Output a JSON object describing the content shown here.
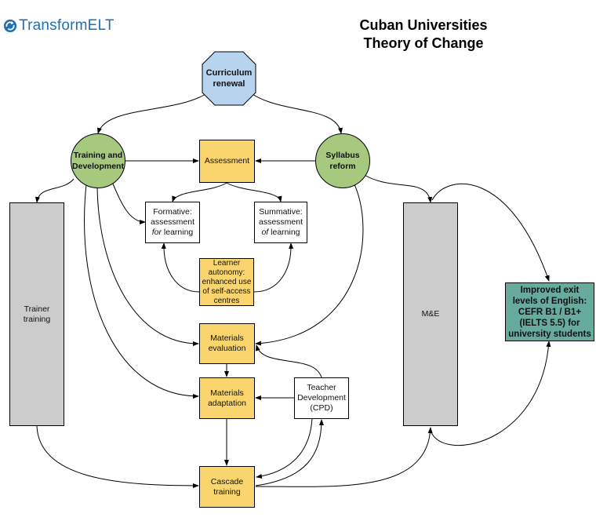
{
  "header": {
    "logo_text": "TransformELT",
    "logo_icon": "circular-arrow-icon",
    "title_line1": "Cuban Universities",
    "title_line2": "Theory of Change"
  },
  "colors": {
    "logo_blue": "#1f6fb5",
    "octagon_fill": "#b7d3ee",
    "circle_fill": "#a7c97e",
    "box_yellow": "#fad56e",
    "box_grey": "#cccccc",
    "box_teal": "#67ab9f",
    "stroke": "#000000"
  },
  "nodes": {
    "curriculum": {
      "line1": "Curriculum",
      "line2": "renewal"
    },
    "training_dev": {
      "line1": "Training and",
      "line2": "Development"
    },
    "syllabus": {
      "line1": "Syllabus",
      "line2": "reform"
    },
    "assessment": {
      "label": "Assessment"
    },
    "formative": {
      "line1": "Formative:",
      "line2": "assessment",
      "line3_em": "for",
      "line3_rest": " learning"
    },
    "summative": {
      "line1": "Summative:",
      "line2": "assessment",
      "line3_em": "of",
      "line3_rest": " learning"
    },
    "learner_autonomy": {
      "line1": "Learner",
      "line2": "autonomy:",
      "line3": "enhanced use",
      "line4": "of self-access",
      "line5": "centres"
    },
    "materials_evaluation": {
      "line1": "Materials",
      "line2": "evaluation"
    },
    "materials_adaptation": {
      "line1": "Materials",
      "line2": "adaptation"
    },
    "teacher_dev": {
      "line1": "Teacher",
      "line2": "Development",
      "line3": "(CPD)"
    },
    "cascade": {
      "line1": "Cascade",
      "line2": "training"
    },
    "trainer_training": {
      "line1": "Trainer",
      "line2": "training"
    },
    "me": {
      "label": "M&E"
    },
    "outcome": {
      "line1": "Improved exit",
      "line2": "levels of English:",
      "line3": "CEFR B1 / B1+",
      "line4": "(IELTS 5.5) for",
      "line5": "university students"
    }
  },
  "connectors": [
    {
      "from": "Curriculum renewal",
      "to": "Training and Development"
    },
    {
      "from": "Curriculum renewal",
      "to": "Syllabus reform"
    },
    {
      "from": "Training and Development",
      "to": "Assessment"
    },
    {
      "from": "Syllabus reform",
      "to": "Assessment"
    },
    {
      "from": "Assessment",
      "to": "Formative assessment"
    },
    {
      "from": "Assessment",
      "to": "Summative assessment"
    },
    {
      "from": "Training and Development",
      "to": "Formative assessment"
    },
    {
      "from": "Training and Development",
      "to": "Trainer training"
    },
    {
      "from": "Training and Development",
      "to": "Materials evaluation"
    },
    {
      "from": "Training and Development",
      "to": "Materials adaptation"
    },
    {
      "from": "Learner autonomy",
      "to": "Formative assessment"
    },
    {
      "from": "Learner autonomy",
      "to": "Summative assessment"
    },
    {
      "from": "Syllabus reform",
      "to": "M&E"
    },
    {
      "from": "Syllabus reform",
      "to": "Materials evaluation"
    },
    {
      "from": "Syllabus reform",
      "to": "Improved exit levels"
    },
    {
      "from": "Materials evaluation",
      "to": "Materials adaptation"
    },
    {
      "from": "Teacher Development",
      "to": "Materials evaluation"
    },
    {
      "from": "Teacher Development",
      "to": "Materials adaptation"
    },
    {
      "from": "Materials adaptation",
      "to": "Cascade training"
    },
    {
      "from": "Teacher Development",
      "to": "Cascade training"
    },
    {
      "from": "Cascade training",
      "to": "Teacher Development"
    },
    {
      "from": "Trainer training",
      "to": "Cascade training"
    },
    {
      "from": "Cascade training",
      "to": "M&E"
    },
    {
      "from": "M&E",
      "to": "Improved exit levels"
    }
  ]
}
